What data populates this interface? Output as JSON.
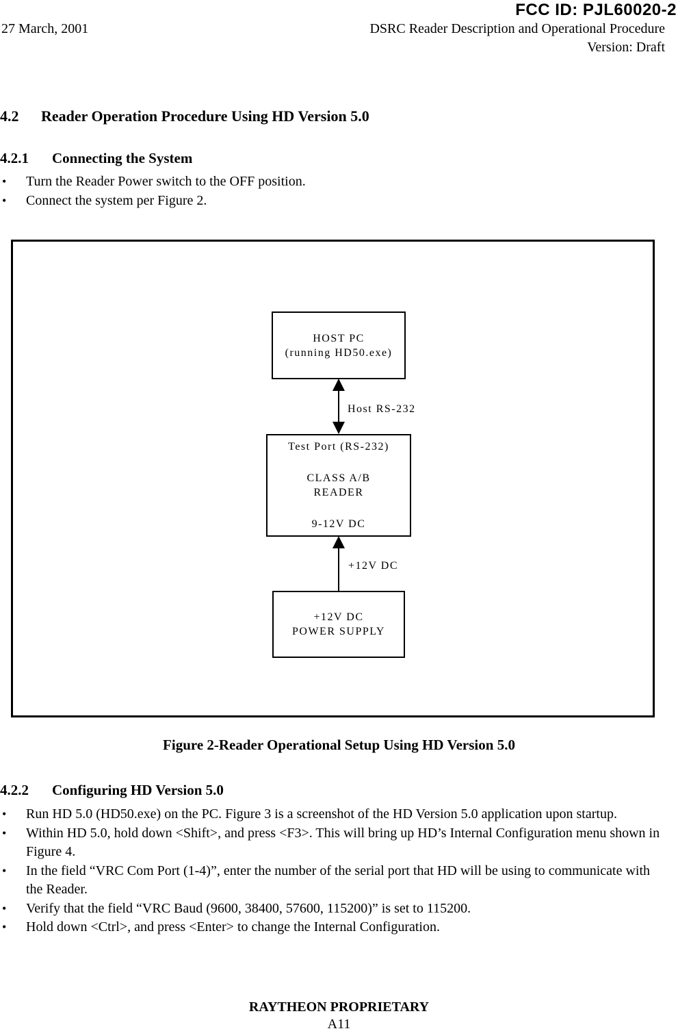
{
  "header": {
    "fcc_id": "FCC ID: PJL60020-2",
    "date": "27 March, 2001",
    "doc_title": "DSRC Reader Description and Operational Procedure",
    "version": "Version: Draft"
  },
  "section_42": {
    "number": "4.2",
    "title": "Reader Operation Procedure Using HD Version 5.0"
  },
  "section_421": {
    "number": "4.2.1",
    "title": "Connecting the System",
    "bullets": [
      "Turn the Reader Power switch to the OFF position.",
      "Connect the system per Figure 2."
    ]
  },
  "figure": {
    "caption": "Figure 2-Reader Operational Setup Using HD Version 5.0",
    "host_pc": {
      "line1": "HOST PC",
      "line2": "(running HD50.exe)"
    },
    "host_link_label": "Host RS-232",
    "reader": {
      "top_label": "Test Port (RS-232)",
      "line1": "CLASS A/B",
      "line2": "READER",
      "bottom_label": "9-12V DC"
    },
    "power_link_label": "+12V DC",
    "power_supply": {
      "line1": "+12V DC",
      "line2": "POWER SUPPLY"
    }
  },
  "section_422": {
    "number": "4.2.2",
    "title": "Configuring HD Version 5.0",
    "bullets": [
      "Run HD 5.0 (HD50.exe) on the PC.  Figure 3 is a screenshot of the HD Version 5.0 application upon startup.",
      "Within HD 5.0, hold down <Shift>, and press <F3>.  This will bring up HD’s Internal Configuration menu shown in Figure 4.",
      "In the field “VRC Com Port (1-4)”, enter the number of the serial port that HD will be using to communicate with the Reader.",
      "Verify that the field “VRC Baud (9600, 38400, 57600, 115200)” is set to 115200.",
      "Hold down <Ctrl>, and press <Enter> to change the Internal Configuration."
    ]
  },
  "footer": {
    "proprietary": "RAYTHEON PROPRIETARY",
    "page": "A11"
  }
}
